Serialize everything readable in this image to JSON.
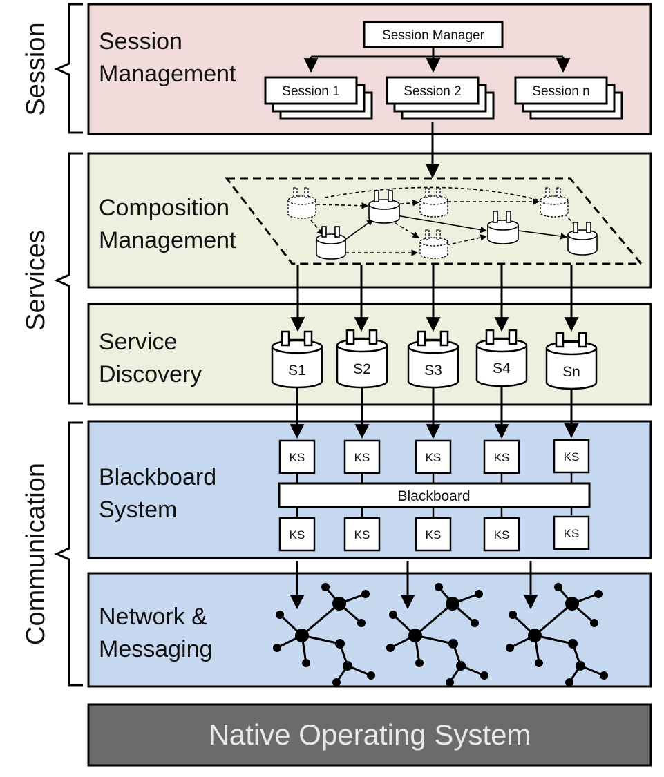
{
  "groups": {
    "session": "Session",
    "services": "Services",
    "communication": "Communication"
  },
  "layers": {
    "session_management": [
      "Session",
      "Management"
    ],
    "composition_management": [
      "Composition",
      "Management"
    ],
    "service_discovery": [
      "Service",
      "Discovery"
    ],
    "blackboard_system": [
      "Blackboard",
      "System"
    ],
    "network_messaging": [
      "Network &",
      "Messaging"
    ],
    "native_os": "Native Operating System"
  },
  "session": {
    "manager": "Session Manager",
    "sessions": [
      "Session 1",
      "Session 2",
      "Session n"
    ]
  },
  "services": [
    "S1",
    "S2",
    "S3",
    "S4",
    "Sn"
  ],
  "blackboard": {
    "label": "Blackboard",
    "knowledge_source": "KS"
  },
  "colors": {
    "session_layer": "#f2dcdb",
    "services_layer": "#ebf1de",
    "communication_layer": "#c6d9f1",
    "os_layer": "#6b6b6b",
    "stroke": "#000000"
  }
}
